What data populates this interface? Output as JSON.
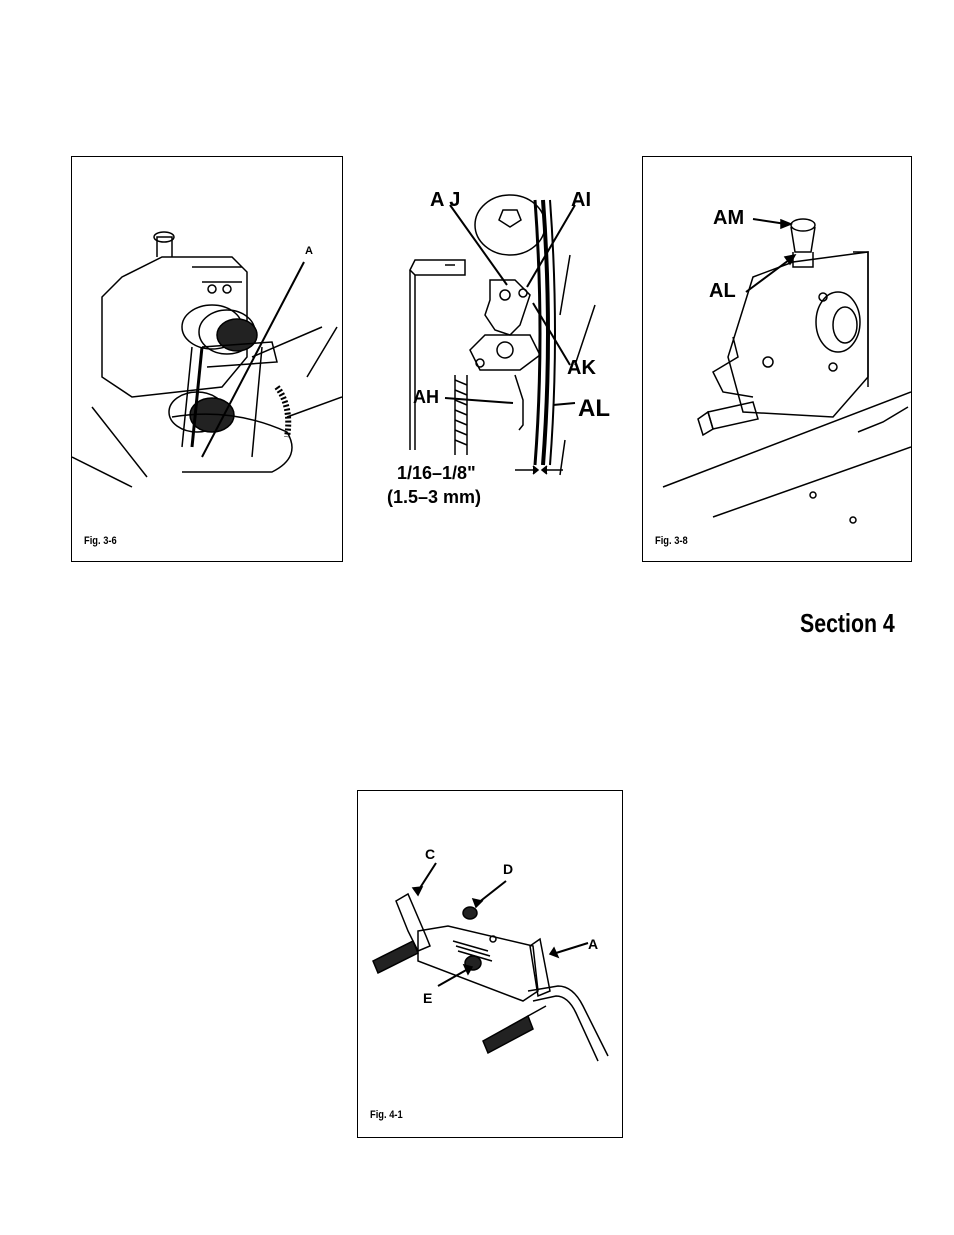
{
  "figures": {
    "fig_3_6": {
      "caption": "Fig. 3-6",
      "labels": {
        "a": "A"
      }
    },
    "fig_3_7": {
      "labels": {
        "aj": "A J",
        "ai": "AI",
        "ak": "AK",
        "ah": "AH",
        "al": "AL"
      },
      "gap_imperial": "1/16–1/8\"",
      "gap_metric": "(1.5–3 mm)"
    },
    "fig_3_8": {
      "caption": "Fig. 3-8",
      "labels": {
        "am": "AM",
        "al": "AL"
      }
    },
    "fig_4_1": {
      "caption": "Fig. 4-1",
      "labels": {
        "c": "C",
        "d": "D",
        "a": "A",
        "e": "E"
      }
    }
  },
  "section": {
    "title": "Section 4"
  }
}
